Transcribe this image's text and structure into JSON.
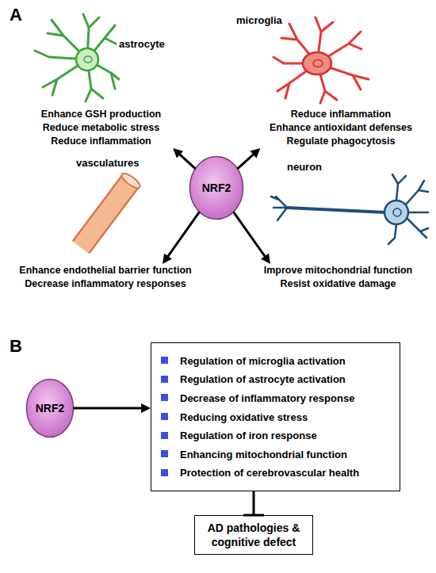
{
  "diagram": {
    "nodes": [
      {
        "text": [
          "Enhance GSH production",
          "Reduce metabolic stress",
          "Reduce inflammation"
        ]
      },
      {
        "text": [
          "Reduce inflammation",
          "Enhance antioxidant defenses",
          "Regulate phagocytosis"
        ]
      },
      {
        "text": [
          "NRF2"
        ]
      },
      {
        "text": [
          "Enhance endothelial barrier function",
          "Decrease inflammatory responses"
        ]
      },
      {
        "text": [
          "Improve mitochondrial function",
          "Resist oxidative damage"
        ]
      },
      {
        "text": [
          "NRF2"
        ]
      },
      {
        "text": [
          "Regulation of microglia activation",
          "Regulation of astrocyte activation",
          "Decrease of inflammatory response",
          "Reducing oxidative stress",
          "Regulation of iron response",
          "Enhancing mitochondrial function",
          "Protection of cerebrovascular health"
        ]
      },
      {
        "text": [
          "AD pathologies & cognitive defect"
        ]
      }
    ],
    "edges": [
      {
        "from": 2,
        "to": 0,
        "arrow": "to"
      },
      {
        "from": 2,
        "to": 1,
        "arrow": "to"
      },
      {
        "from": 2,
        "to": 3,
        "arrow": "to"
      },
      {
        "from": 2,
        "to": 4,
        "arrow": "to"
      },
      {
        "from": 5,
        "to": 6,
        "arrow": "to"
      },
      {
        "from": 6,
        "to": 7,
        "arrow": "to"
      }
    ],
    "labels": [
      "A",
      "astrocyte",
      "microglia",
      "vasculatures",
      "neuron",
      "B"
    ]
  }
}
